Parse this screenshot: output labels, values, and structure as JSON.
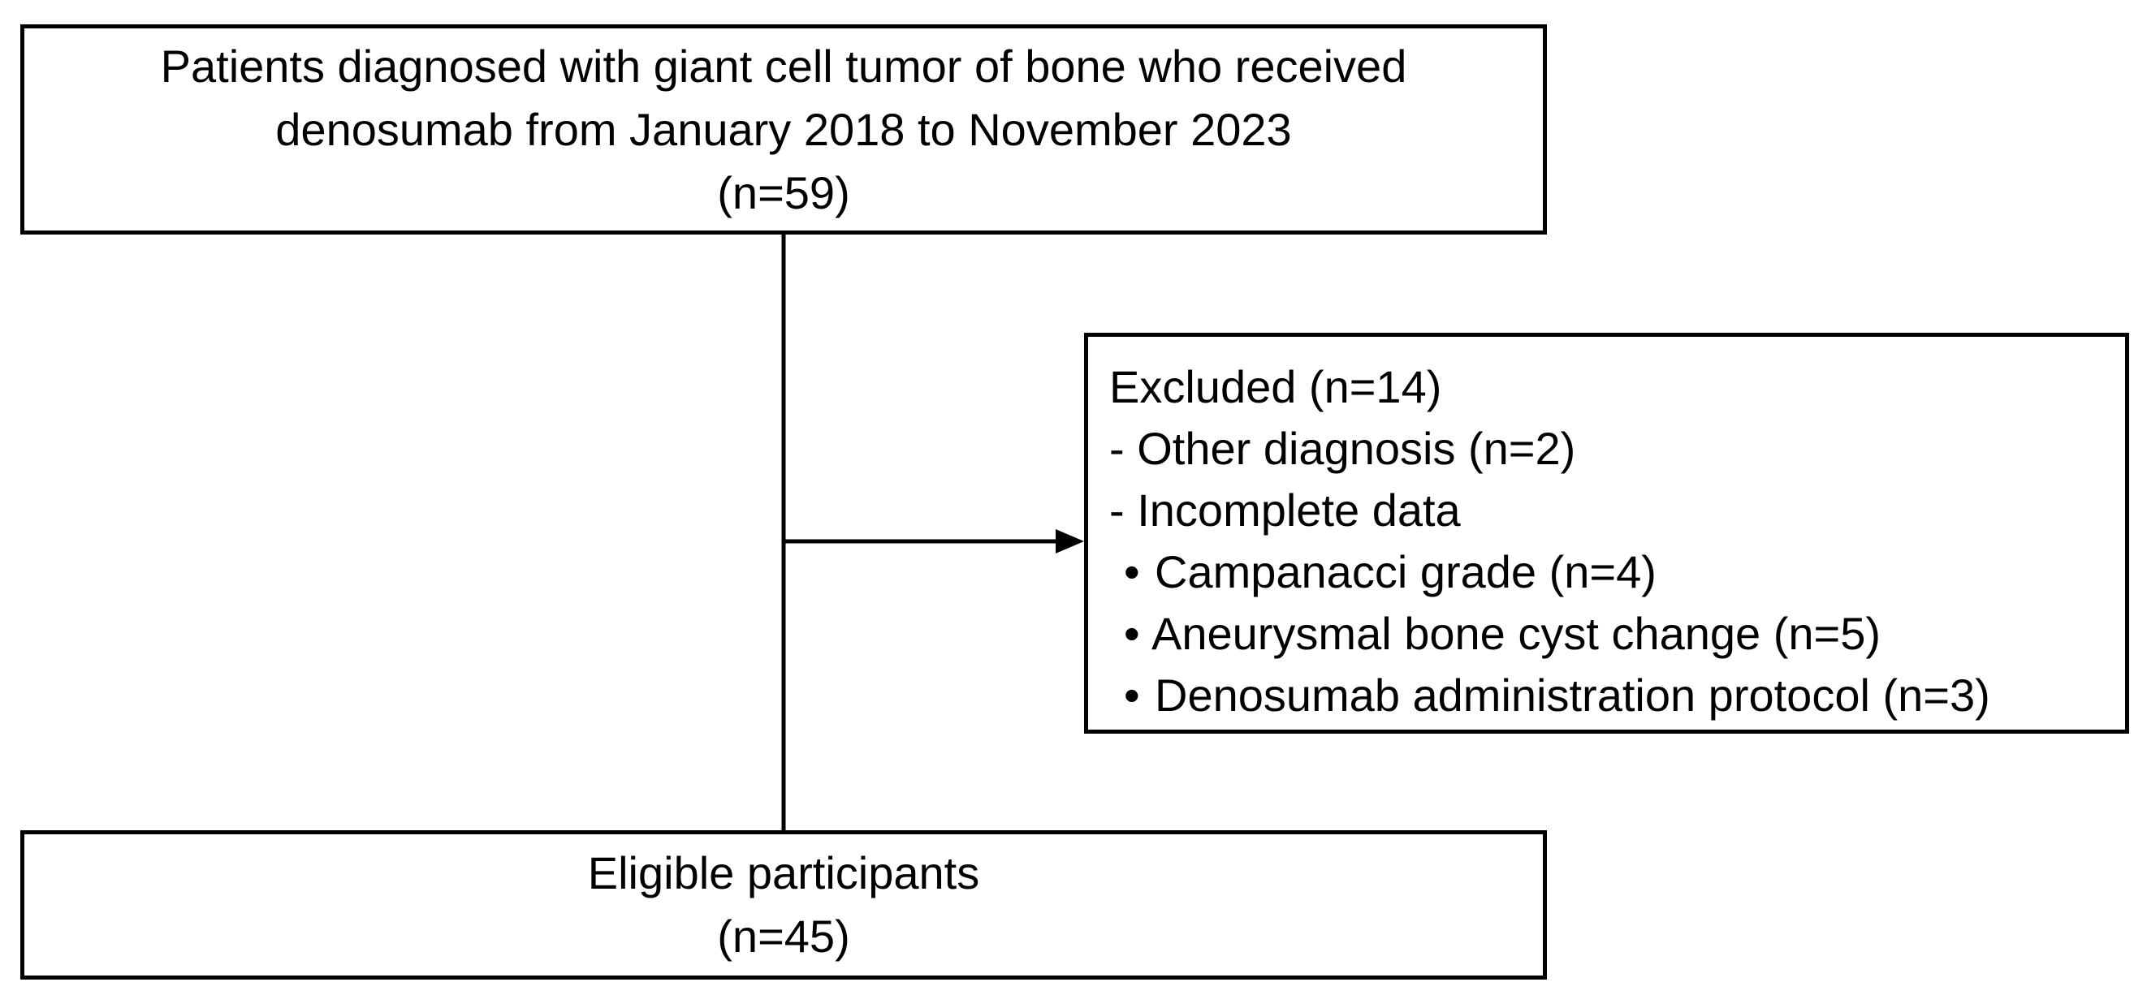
{
  "diagram": {
    "start_box": {
      "lines": [
        "Patients diagnosed with giant cell tumor of bone who received",
        "denosumab from January 2018 to November 2023",
        "(n=59)"
      ]
    },
    "excluded_box": {
      "title": "Excluded (n=14)",
      "items": [
        {
          "prefix": "-",
          "text": "Other diagnosis (n=2)"
        },
        {
          "prefix": "-",
          "text": "Incomplete data"
        }
      ],
      "sub_items": [
        {
          "prefix": "•",
          "text": "Campanacci grade (n=4)"
        },
        {
          "prefix": "•",
          "text": "Aneurysmal bone cyst change (n=5)"
        },
        {
          "prefix": "•",
          "text": "Denosumab administration protocol (n=3)"
        }
      ]
    },
    "end_box": {
      "lines": [
        "Eligible participants",
        "(n=45)"
      ]
    },
    "colors": {
      "stroke": "#000000",
      "background": "#ffffff"
    }
  }
}
